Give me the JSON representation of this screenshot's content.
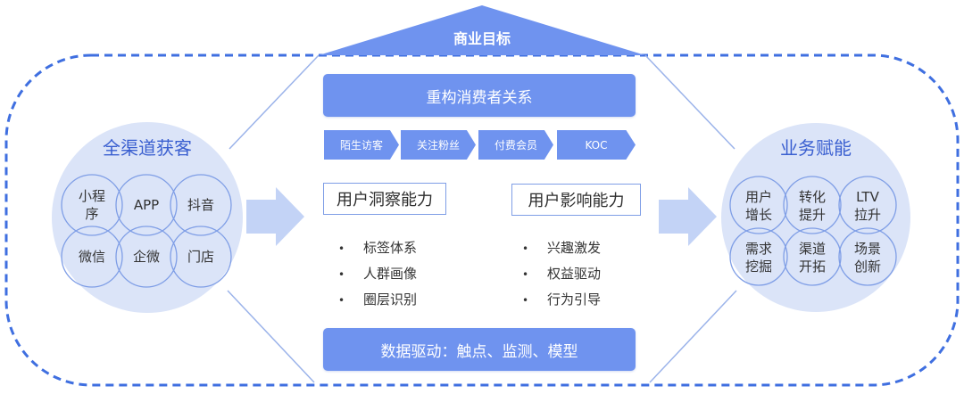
{
  "top_label": "商业目标",
  "left_group": {
    "title": "全渠道获客",
    "channels": [
      "小程序",
      "APP",
      "抖音",
      "微信",
      "企微",
      "门店"
    ]
  },
  "center": {
    "header": "重构消费者关系",
    "stages": [
      "陌生访客",
      "关注粉丝",
      "付费会员",
      "KOC"
    ],
    "insight": {
      "title": "用户洞察能力",
      "items": [
        "标签体系",
        "人群画像",
        "圈层识别"
      ]
    },
    "influence": {
      "title": "用户影响能力",
      "items": [
        "兴趣激发",
        "权益驱动",
        "行为引导"
      ]
    },
    "footer": "数据驱动：触点、监测、模型"
  },
  "right_group": {
    "title": "业务赋能",
    "items": [
      "用户\n增长",
      "转化\n提升",
      "LTV\n拉升",
      "需求\n挖掘",
      "渠道\n开拓",
      "场景\n创新"
    ]
  },
  "colors": {
    "accent": "#6f93ef",
    "dashed_border": "#3f6fe0",
    "group_bg": "#dbe4f8",
    "circle_stroke": "#7f9ee6",
    "arrow": "#c3d3f6",
    "connector": "#9bb3ea"
  }
}
